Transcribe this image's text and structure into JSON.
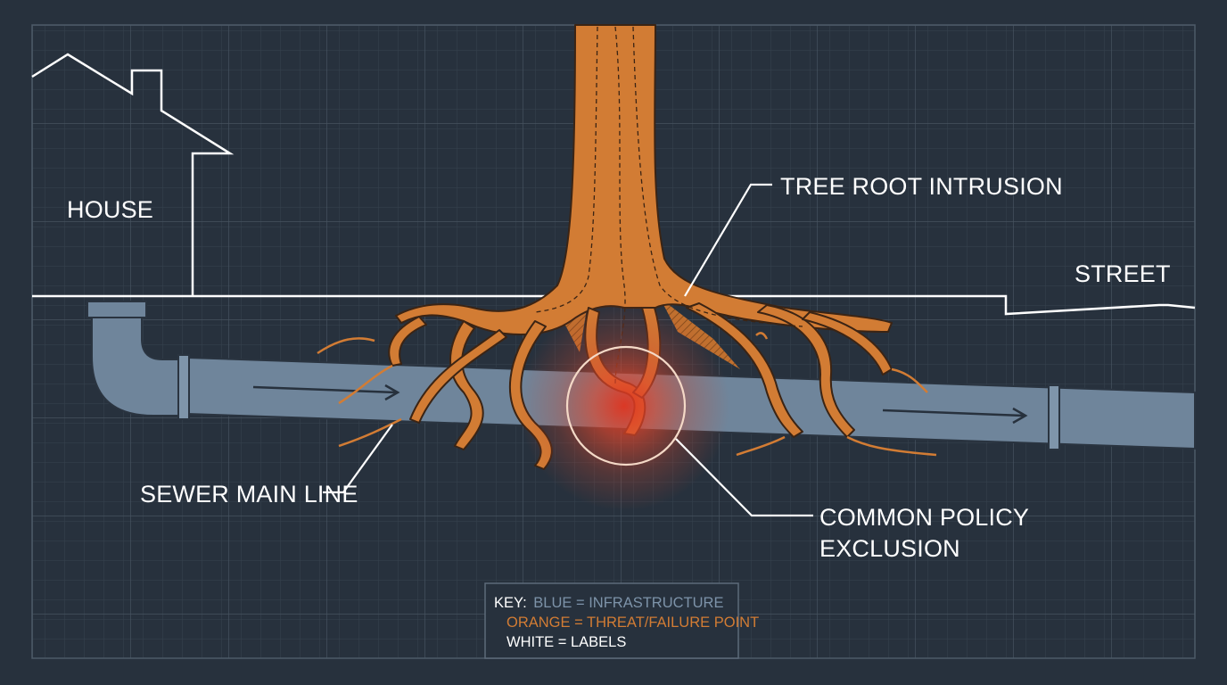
{
  "labels": {
    "house": "HOUSE",
    "street": "STREET",
    "tree_root_intrusion": "TREE ROOT INTRUSION",
    "sewer_main_line": "SEWER MAIN LINE",
    "common_policy_exclusion_line1": "COMMON POLICY",
    "common_policy_exclusion_line2": "EXCLUSION"
  },
  "key": {
    "prefix": "KEY:",
    "blue": "BLUE = INFRASTRUCTURE",
    "orange": "ORANGE = THREAT/FAILURE POINT",
    "white": "WHITE = LABELS"
  },
  "colors": {
    "background": "#27313d",
    "grid": "#3f4b59",
    "infrastructure_blue": "#6f859b",
    "threat_orange": "#d27c34",
    "failure_red": "#e2462b",
    "label_white": "#ffffff"
  }
}
